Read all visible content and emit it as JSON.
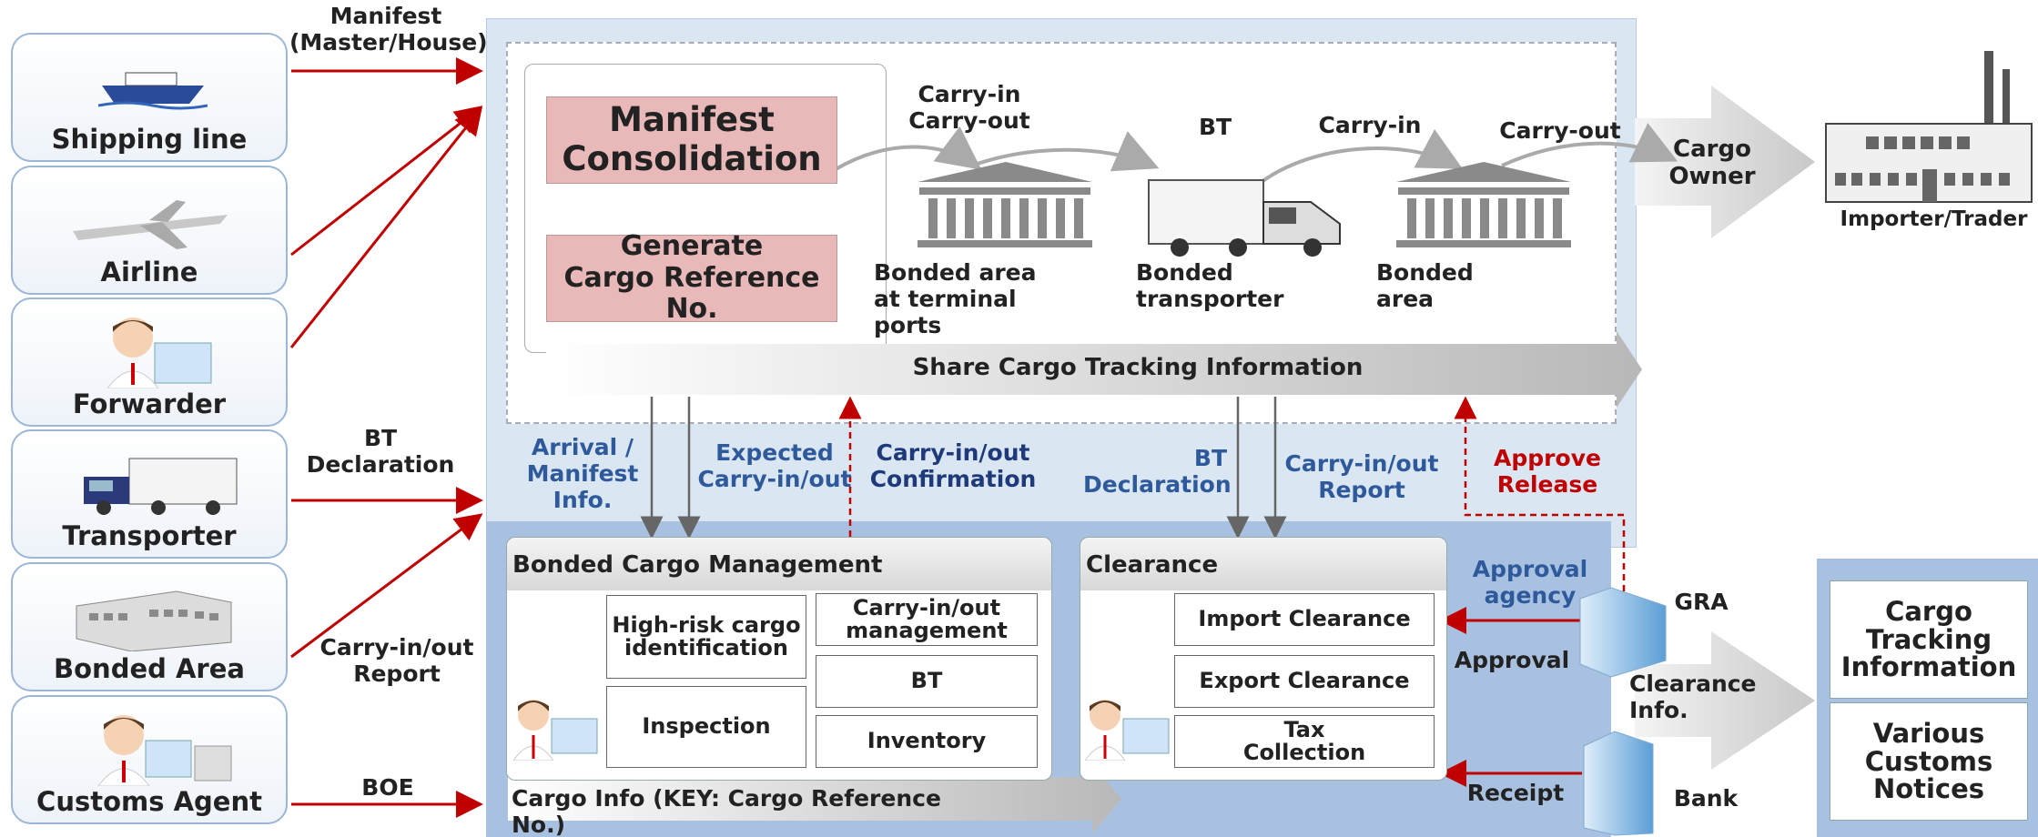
{
  "actors": [
    {
      "label": "Shipping line",
      "icon": "ship-icon"
    },
    {
      "label": "Airline",
      "icon": "airplane-icon"
    },
    {
      "label": "Forwarder",
      "icon": "person-computer-icon"
    },
    {
      "label": "Transporter",
      "icon": "truck-icon"
    },
    {
      "label": "Bonded Area",
      "icon": "warehouse-building-icon"
    },
    {
      "label": "Customs Agent",
      "icon": "person-computer-icon"
    }
  ],
  "left_flows": {
    "manifest": "Manifest\n(Master/House)",
    "bt_declaration": "BT\nDeclaration",
    "carry_report": "Carry-in/out\nReport",
    "boe": "BOE"
  },
  "tracking": {
    "manifest_consolidation": "Manifest\nConsolidation",
    "generate_crn": "Generate\nCargo Reference No.",
    "carry_in_out": "Carry-in\nCarry-out",
    "bt": "BT",
    "carry_in": "Carry-in",
    "carry_out": "Carry-out",
    "bonded_area_terminal": "Bonded area\nat terminal ports",
    "bonded_transporter": "Bonded\ntransporter",
    "bonded_area": "Bonded area",
    "share_tracking": "Share Cargo Tracking Information",
    "cargo_owner": "Cargo\nOwner",
    "importer": "Importer/Trader"
  },
  "middle_labels": {
    "arrival": "Arrival /\nManifest\nInfo.",
    "expected": "Expected\nCarry-in/out",
    "confirmation": "Carry-in/out\nConfirmation",
    "bt_declaration": "BT\nDeclaration",
    "carry_report": "Carry-in/out\nReport",
    "approve_release": "Approve\nRelease"
  },
  "bonded_mgmt": {
    "title": "Bonded Cargo Management",
    "high_risk": "High-risk cargo\nidentification",
    "carry_mgmt": "Carry-in/out\nmanagement",
    "bt": "BT",
    "inspection": "Inspection",
    "inventory": "Inventory"
  },
  "clearance": {
    "title": "Clearance",
    "import": "Import Clearance",
    "export": "Export Clearance",
    "tax": "Tax\nCollection"
  },
  "cargo_info": "Cargo Info (KEY: Cargo Reference No.)",
  "right": {
    "approval_agency": "Approval\nagency",
    "gra": "GRA",
    "approval": "Approval",
    "clearance_info": "Clearance\nInfo.",
    "receipt": "Receipt",
    "bank": "Bank",
    "box_tracking": "Cargo\nTracking\nInformation",
    "box_notices": "Various\nCustoms\nNotices"
  },
  "colors": {
    "arrow_red": "#c00000",
    "label_blue": "#2e5a9c",
    "pink_box": "#e9b8b8",
    "panel_blue": "#a9c1e0"
  }
}
